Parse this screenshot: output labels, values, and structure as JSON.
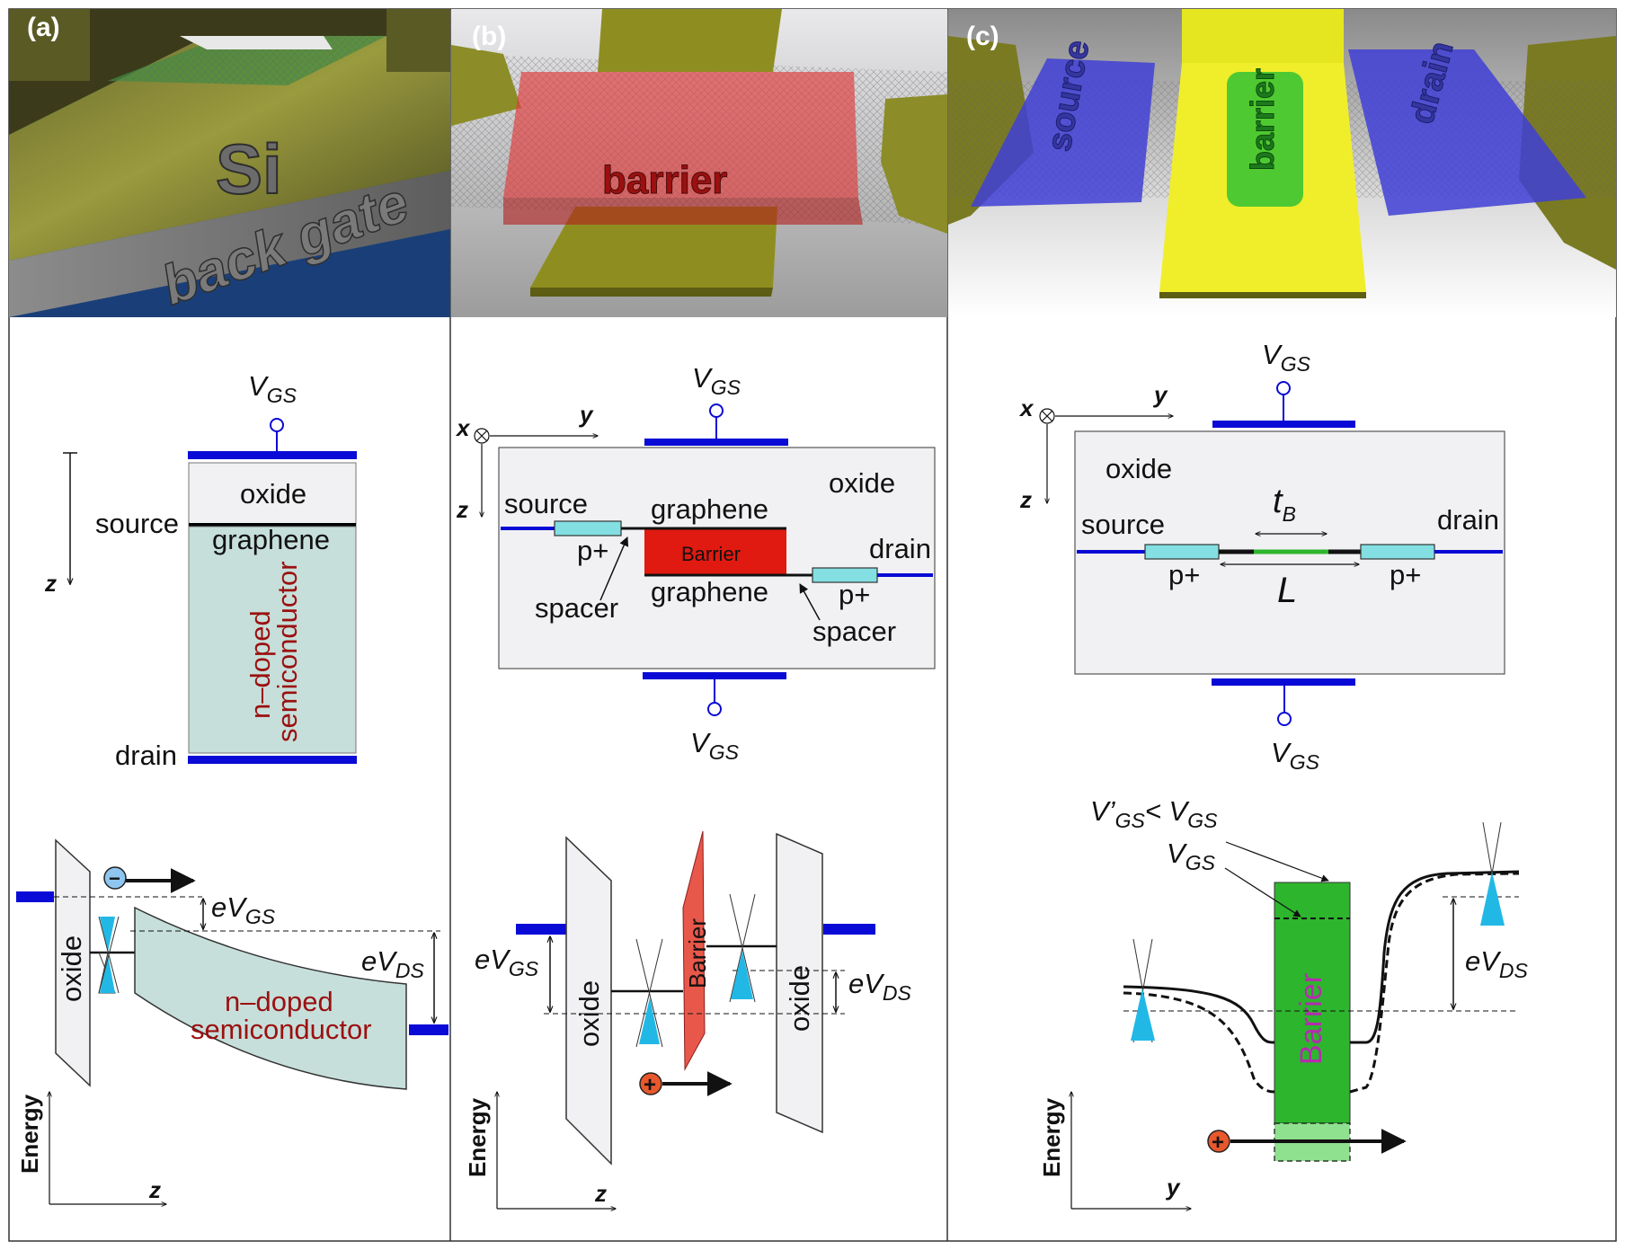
{
  "panels": {
    "a": {
      "tag": "(a)",
      "render": {
        "word1": "Si",
        "word2": "back gate"
      },
      "schematic": {
        "vgs_main": "V",
        "vgs_sub": "GS",
        "oxide": "oxide",
        "source": "source",
        "graphene": "graphene",
        "semiconductor_l1": "n–doped",
        "semiconductor_l2": "semiconductor",
        "drain": "drain",
        "z_axis": "z"
      },
      "band": {
        "oxide": "oxide",
        "egs_main": "eV",
        "egs_sub": "GS",
        "eds_main": "eV",
        "eds_sub": "DS",
        "semi_l1": "n–doped",
        "semi_l2": "semiconductor",
        "electron": "−",
        "energy": "Energy",
        "z_axis": "z"
      }
    },
    "b": {
      "tag": "(b)",
      "render": {
        "word1": "barrier"
      },
      "schematic": {
        "vgs_top_main": "V",
        "vgs_top_sub": "GS",
        "vgs_bot_main": "V",
        "vgs_bot_sub": "GS",
        "x_axis": "x",
        "y_axis": "y",
        "z_axis": "z",
        "oxide": "oxide",
        "source": "source",
        "p_left": "p+",
        "graphene_top": "graphene",
        "barrier": "Barrier",
        "drain": "drain",
        "graphene_bot": "graphene",
        "p_right": "p+",
        "spacer_left": "spacer",
        "spacer_right": "spacer"
      },
      "band": {
        "oxide_left": "oxide",
        "barrier": "Barrier",
        "oxide_right": "oxide",
        "egs_main": "eV",
        "egs_sub": "GS",
        "eds_main": "eV",
        "eds_sub": "DS",
        "hole": "+",
        "energy": "Energy",
        "z_axis": "z"
      }
    },
    "c": {
      "tag": "(c)",
      "render": {
        "word1": "source",
        "word2": "barrier",
        "word3": "drain"
      },
      "schematic": {
        "vgs_top_main": "V",
        "vgs_top_sub": "GS",
        "vgs_bot_main": "V",
        "vgs_bot_sub": "GS",
        "x_axis": "x",
        "y_axis": "y",
        "z_axis": "z",
        "oxide": "oxide",
        "source": "source",
        "drain": "drain",
        "tb_main": "t",
        "tb_sub": "B",
        "p_left": "p+",
        "p_right": "p+",
        "length": "L"
      },
      "band": {
        "cond_prime_main": "V’",
        "cond_prime_sub": "GS",
        "cond_lt": "< V",
        "cond_sub2": "GS",
        "vgs_main": "V",
        "vgs_sub": "GS",
        "eds_main": "eV",
        "eds_sub": "DS",
        "barrier": "Barrier",
        "hole": "+",
        "energy": "Energy",
        "y_axis": "y"
      }
    }
  },
  "colors": {
    "gate": "#0a0ad6",
    "oxide_fill": "#f1f1f3",
    "semi_fill": "#c6dfdb",
    "barrier_red": "#e01a10",
    "p_plus": "#83dfe1",
    "cone": "#22b8e6",
    "barrier_green": "#2db52d",
    "barrier_text": "#b52bb0",
    "semi_text": "#9b1010",
    "hole": "#e8582c",
    "electron": "#8fc6ef"
  }
}
